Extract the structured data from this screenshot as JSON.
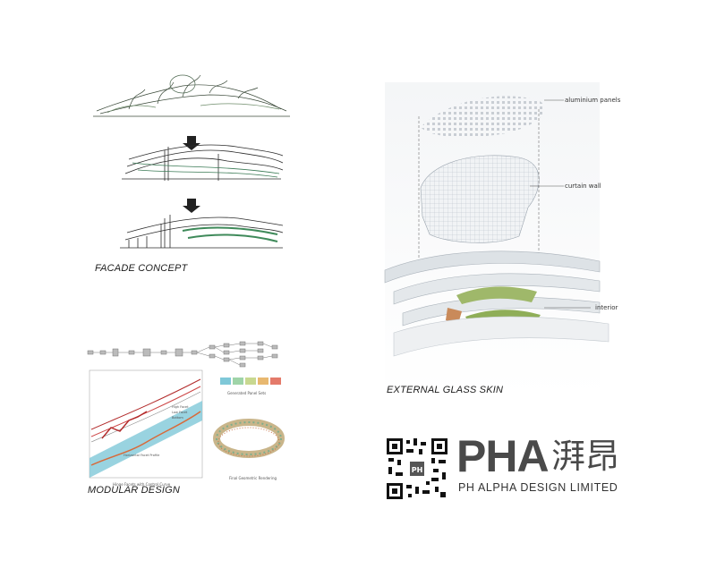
{
  "panels": {
    "facade": {
      "caption": "FACADE CONCEPT"
    },
    "modular": {
      "caption": "MODULAR DESIGN",
      "chart_small_labels": [
        "High Facet",
        "Low Facet",
        "Bottom"
      ],
      "legend_title": "Generated Panel Sets",
      "legend_colors": [
        "#7fc8d8",
        "#9fd4a8",
        "#c8d890",
        "#e8b870",
        "#e47a6a"
      ],
      "caption_left": "Hinge Facets with Control Curve",
      "caption_right": "Final Geometric Rendering",
      "band_label": "Horizontal Facet Profile"
    },
    "glass": {
      "caption": "EXTERNAL GLASS SKIN",
      "labels": {
        "panels": "aluminium panels",
        "curtain": "curtain wall",
        "interior": "interior"
      }
    }
  },
  "logo": {
    "brand": "PHA",
    "chinese": "湃昂",
    "company": "PH ALPHA DESIGN LIMITED",
    "qr_badge": "PH",
    "icon": "qr-code-icon",
    "colors": {
      "brand": "#4a4a4a",
      "accent": "#c9c9c9"
    }
  }
}
